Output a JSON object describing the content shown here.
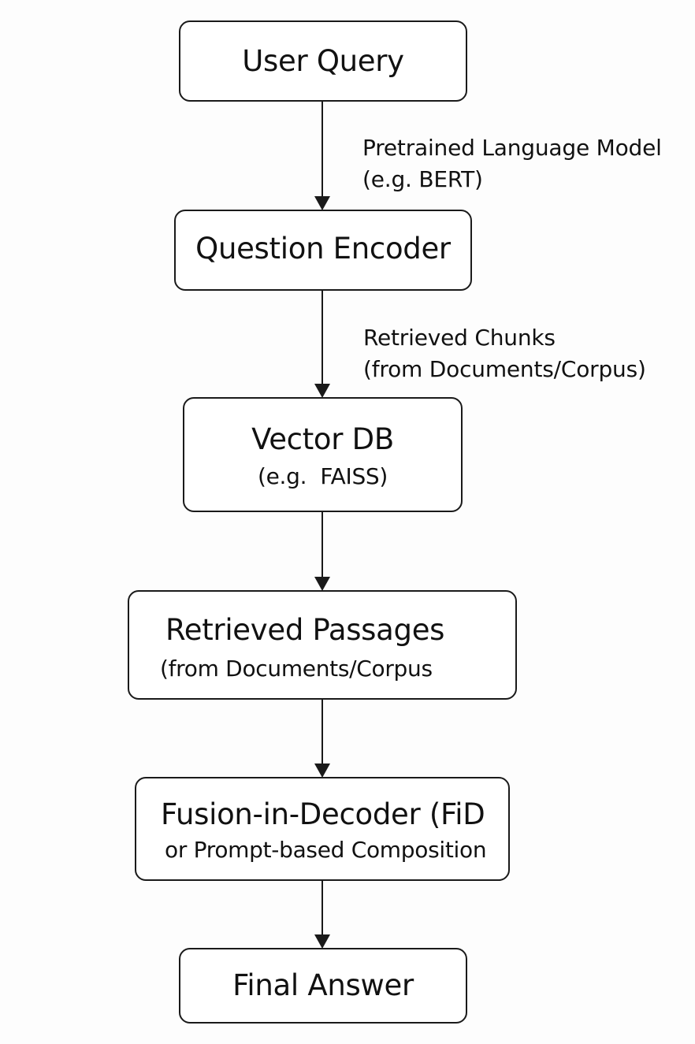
{
  "nodes": {
    "user_query": {
      "title": "User Query"
    },
    "question_encoder": {
      "title": "Question Encoder"
    },
    "vector_db": {
      "title": "Vector DB",
      "subtitle": "(e.g.  FAISS)"
    },
    "retrieved_passages": {
      "title": "Retrieved Passages",
      "subtitle": "(from Documents/Corpus"
    },
    "fusion_in_decoder": {
      "title": "Fusion-in-Decoder (FiD",
      "subtitle": "or Prompt-based Composition"
    },
    "final_answer": {
      "title": "Final Answer"
    }
  },
  "edge_labels": {
    "query_to_encoder": {
      "line1": "Pretrained Language Model",
      "line2": "(e.g. BERT)"
    },
    "encoder_to_vectordb": {
      "line1": "Retrieved Chunks",
      "line2": "(from Documents/Corpus)"
    }
  },
  "colors": {
    "stroke": "#1a1a1a",
    "text": "#111111",
    "background": "#fdfdfd"
  }
}
